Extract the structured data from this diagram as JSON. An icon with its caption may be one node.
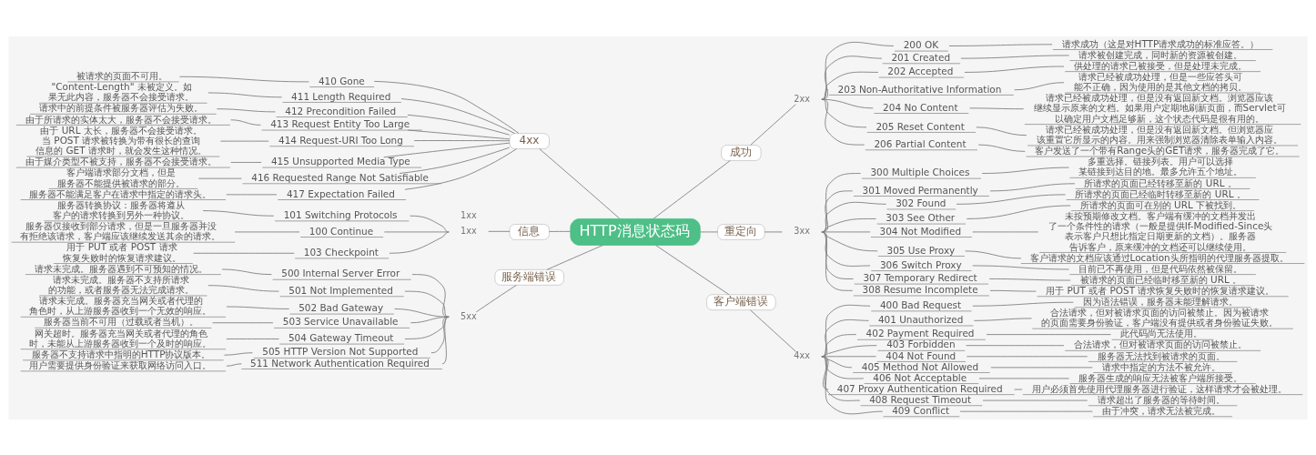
{
  "diagram": {
    "nodes": [
      {
        "text": [
          "HTTP消息状态码"
        ]
      },
      {
        "text": [
          "成功"
        ]
      },
      {
        "text": [
          "2xx"
        ]
      },
      {
        "text": [
          "200 OK"
        ]
      },
      {
        "text": [
          "请求成功（这是对HTTP请求成功的标准应答。）"
        ]
      },
      {
        "text": [
          "201 Created"
        ]
      },
      {
        "text": [
          "请求被创建完成，同时新的资源被创建。"
        ]
      },
      {
        "text": [
          "202 Accepted"
        ]
      },
      {
        "text": [
          "供处理的请求已被接受，但是处理未完成。"
        ]
      },
      {
        "text": [
          "203 Non-Authoritative Information"
        ]
      },
      {
        "text": [
          "请求已经被成功处理，但是一些应答头可能不正确，因为使用的是其他文档的拷贝。"
        ]
      },
      {
        "text": [
          "204 No Content"
        ]
      },
      {
        "text": [
          "请求已经被成功处理，但是没有返回新文档。浏览器应该继续显示原来的文档。如果用户定期地刷新页面，而Servlet可以确定用户文档足够新，这个状态代码是很有用的。"
        ]
      },
      {
        "text": [
          "205 Reset Content"
        ]
      },
      {
        "text": [
          "请求已经被成功处理，但是没有返回新文档。但浏览器应该重置它所显示的内容。用来强制浏览器清除表单输入内容。"
        ]
      },
      {
        "text": [
          "206 Partial Content"
        ]
      },
      {
        "text": [
          "客户发送了一个带有Range头的GET请求，服务器完成了它。"
        ]
      },
      {
        "text": [
          "重定向"
        ]
      },
      {
        "text": [
          "3xx"
        ]
      },
      {
        "text": [
          "300 Multiple Choices"
        ]
      },
      {
        "text": [
          "多重选择。链接列表。用户可以选择某链接到达目的地。最多允许五个地址。"
        ]
      },
      {
        "text": [
          "301 Moved Permanently"
        ]
      },
      {
        "text": [
          "所请求的页面已经转移至新的 URL 。"
        ]
      },
      {
        "text": [
          "302 Found"
        ]
      },
      {
        "text": [
          "所请求的页面已经临时转移至新的 URL 。"
        ]
      },
      {
        "text": [
          "303 See Other"
        ]
      },
      {
        "text": [
          "所请求的页面可在别的 URL 下被找到。"
        ]
      },
      {
        "text": [
          "304 Not Modified"
        ]
      },
      {
        "text": [
          "未按预期修改文档。客户端有缓冲的文档并发出了一个条件性的请求（一般是提供If-Modified-Since头表示客户只想比指定日期更新的文档）。服务器告诉客户，原来缓冲的文档还可以继续使用。"
        ]
      },
      {
        "text": [
          "305 Use Proxy"
        ]
      },
      {
        "text": [
          "客户请求的文档应该通过Location头所指明的代理服务器提取。"
        ]
      },
      {
        "text": [
          "306 Switch Proxy"
        ]
      },
      {
        "text": [
          "目前已不再使用，但是代码依然被保留。"
        ]
      },
      {
        "text": [
          "307 Temporary Redirect"
        ]
      },
      {
        "text": [
          "被请求的页面已经临时移至新的 URL 。"
        ]
      },
      {
        "text": [
          "308 Resume Incomplete"
        ]
      },
      {
        "text": [
          "用于 PUT 或者 POST 请求恢复失败时的恢复请求建议。"
        ]
      },
      {
        "text": [
          "客户端错误"
        ]
      },
      {
        "text": [
          "4xx"
        ]
      },
      {
        "text": [
          "400 Bad Request"
        ]
      },
      {
        "text": [
          "因为语法错误，服务器未能理解请求。"
        ]
      },
      {
        "text": [
          "401 Unauthorized"
        ]
      },
      {
        "text": [
          "合法请求，但对被请求页面的访问被禁止。因为被请求的页面需要身份验证，客户端没有提供或者身份验证失败。"
        ]
      },
      {
        "text": [
          "402 Payment Required"
        ]
      },
      {
        "text": [
          "此代码尚无法使用。"
        ]
      },
      {
        "text": [
          "403 Forbidden"
        ]
      },
      {
        "text": [
          "合法请求，但对被请求页面的访问被禁止。"
        ]
      },
      {
        "text": [
          "404 Not Found"
        ]
      },
      {
        "text": [
          "服务器无法找到被请求的页面。"
        ]
      },
      {
        "text": [
          "405 Method Not Allowed"
        ]
      },
      {
        "text": [
          "请求中指定的方法不被允许。"
        ]
      },
      {
        "text": [
          "406 Not Acceptable"
        ]
      },
      {
        "text": [
          "服务器生成的响应无法被客户端所接受。"
        ]
      },
      {
        "text": [
          "407 Proxy Authentication Required"
        ]
      },
      {
        "text": [
          "用户必须首先使用代理服务器进行验证，这样请求才会被处理。"
        ]
      },
      {
        "text": [
          "408 Request Timeout"
        ]
      },
      {
        "text": [
          "请求超出了服务器的等待时间。"
        ]
      },
      {
        "text": [
          "409 Conflict"
        ]
      },
      {
        "text": [
          "由于冲突，请求无法被完成。"
        ]
      },
      {
        "text": [
          "4xx"
        ]
      },
      {
        "text": [
          "410 Gone"
        ]
      },
      {
        "text": [
          "被请求的页面不可用。"
        ]
      },
      {
        "text": [
          "411 Length Required"
        ]
      },
      {
        "text": [
          "\"Content-Length\" 未被定义。如果无此内容，服务器不会接受请求。"
        ]
      },
      {
        "text": [
          "412 Precondition Failed"
        ]
      },
      {
        "text": [
          "请求中的前提条件被服务器评估为失败。"
        ]
      },
      {
        "text": [
          "413 Request Entity Too Large"
        ]
      },
      {
        "text": [
          "由于所请求的实体太大，服务器不会接受请求。"
        ]
      },
      {
        "text": [
          "414 Request-URI Too Long"
        ]
      },
      {
        "text": [
          "由于 URL 太长，服务器不会接受请求。当 POST 请求被转换为带有很长的查询信息的 GET 请求时，就会发生这种情况。"
        ]
      },
      {
        "text": [
          "415 Unsupported Media Type"
        ]
      },
      {
        "text": [
          "由于媒介类型不被支持，服务器不会接受请求。"
        ]
      },
      {
        "text": [
          "416 Requested Range Not Satisfiable"
        ]
      },
      {
        "text": [
          "客户端请求部分文档，但是服务器不能提供被请求的部分。"
        ]
      },
      {
        "text": [
          "417 Expectation Failed"
        ]
      },
      {
        "text": [
          "服务器不能满足客户在请求中指定的请求头。"
        ]
      },
      {
        "text": [
          "信息"
        ]
      },
      {
        "text": [
          "1xx"
        ]
      },
      {
        "text": [
          "101 Switching Protocols"
        ]
      },
      {
        "text": [
          "服务器转换协议：服务器将遵从客户的请求转换到另外一种协议。"
        ]
      },
      {
        "text": [
          "100 Continue"
        ]
      },
      {
        "text": [
          "服务器仅接收到部分请求，但是一旦服务器并没有拒绝该请求，客户端应该继续发送其余的请求。"
        ]
      },
      {
        "text": [
          "103 Checkpoint"
        ]
      },
      {
        "text": [
          "用于 PUT 或者 POST 请求恢复失败时的恢复请求建议。"
        ]
      },
      {
        "text": [
          "服务端错误"
        ]
      },
      {
        "text": [
          "5xx"
        ]
      },
      {
        "text": [
          "500 Internal Server Error"
        ]
      },
      {
        "text": [
          "请求未完成。服务器遇到不可预知的情况。"
        ]
      },
      {
        "text": [
          "501 Not Implemented"
        ]
      },
      {
        "text": [
          "请求未完成。服务器不支持所请求的功能，或者服务器无法完成请求。"
        ]
      },
      {
        "text": [
          "502 Bad Gateway"
        ]
      },
      {
        "text": [
          "请求未完成。服务器充当网关或者代理的角色时，从上游服务器收到一个无效的响应。"
        ]
      },
      {
        "text": [
          "503 Service Unavailable"
        ]
      },
      {
        "text": [
          "服务器当前不可用（过载或者当机）。"
        ]
      },
      {
        "text": [
          "504 Gateway Timeout"
        ]
      },
      {
        "text": [
          "网关超时。服务器充当网关或者代理的角色时，未能从上游服务器收到一个及时的响应。"
        ]
      },
      {
        "text": [
          "505 HTTP Version Not Supported"
        ]
      },
      {
        "text": [
          "服务器不支持请求中指明的HTTP协议版本。"
        ]
      },
      {
        "text": [
          "511 Network Authentication Required"
        ]
      },
      {
        "text": [
          "用户需要提供身份验证来获取网络访问入口。"
        ]
      }
    ],
    "edges": [
      {
        "from": 0,
        "to": 1,
        "arrow": "none"
      },
      {
        "from": 1,
        "to": 2,
        "arrow": "none"
      },
      {
        "from": 2,
        "to": 3,
        "arrow": "none"
      },
      {
        "from": 3,
        "to": 4,
        "arrow": "none"
      },
      {
        "from": 2,
        "to": 5,
        "arrow": "none"
      },
      {
        "from": 5,
        "to": 6,
        "arrow": "none"
      },
      {
        "from": 2,
        "to": 7,
        "arrow": "none"
      },
      {
        "from": 7,
        "to": 8,
        "arrow": "none"
      },
      {
        "from": 2,
        "to": 9,
        "arrow": "none"
      },
      {
        "from": 9,
        "to": 10,
        "arrow": "none"
      },
      {
        "from": 2,
        "to": 11,
        "arrow": "none"
      },
      {
        "from": 11,
        "to": 12,
        "arrow": "none"
      },
      {
        "from": 2,
        "to": 13,
        "arrow": "none"
      },
      {
        "from": 13,
        "to": 14,
        "arrow": "none"
      },
      {
        "from": 2,
        "to": 15,
        "arrow": "none"
      },
      {
        "from": 15,
        "to": 16,
        "arrow": "none"
      },
      {
        "from": 0,
        "to": 17,
        "arrow": "none"
      },
      {
        "from": 17,
        "to": 18,
        "arrow": "none"
      },
      {
        "from": 18,
        "to": 19,
        "arrow": "none"
      },
      {
        "from": 19,
        "to": 20,
        "arrow": "none"
      },
      {
        "from": 18,
        "to": 21,
        "arrow": "none"
      },
      {
        "from": 21,
        "to": 22,
        "arrow": "none"
      },
      {
        "from": 18,
        "to": 23,
        "arrow": "none"
      },
      {
        "from": 23,
        "to": 24,
        "arrow": "none"
      },
      {
        "from": 18,
        "to": 25,
        "arrow": "none"
      },
      {
        "from": 25,
        "to": 26,
        "arrow": "none"
      },
      {
        "from": 18,
        "to": 27,
        "arrow": "none"
      },
      {
        "from": 27,
        "to": 28,
        "arrow": "none"
      },
      {
        "from": 18,
        "to": 29,
        "arrow": "none"
      },
      {
        "from": 29,
        "to": 30,
        "arrow": "none"
      },
      {
        "from": 18,
        "to": 31,
        "arrow": "none"
      },
      {
        "from": 31,
        "to": 32,
        "arrow": "none"
      },
      {
        "from": 18,
        "to": 33,
        "arrow": "none"
      },
      {
        "from": 33,
        "to": 34,
        "arrow": "none"
      },
      {
        "from": 18,
        "to": 35,
        "arrow": "none"
      },
      {
        "from": 35,
        "to": 36,
        "arrow": "none"
      },
      {
        "from": 0,
        "to": 37,
        "arrow": "none"
      },
      {
        "from": 37,
        "to": 38,
        "arrow": "none"
      },
      {
        "from": 38,
        "to": 39,
        "arrow": "none"
      },
      {
        "from": 39,
        "to": 40,
        "arrow": "none"
      },
      {
        "from": 38,
        "to": 41,
        "arrow": "none"
      },
      {
        "from": 41,
        "to": 42,
        "arrow": "none"
      },
      {
        "from": 38,
        "to": 43,
        "arrow": "none"
      },
      {
        "from": 43,
        "to": 44,
        "arrow": "none"
      },
      {
        "from": 38,
        "to": 45,
        "arrow": "none"
      },
      {
        "from": 45,
        "to": 46,
        "arrow": "none"
      },
      {
        "from": 38,
        "to": 47,
        "arrow": "none"
      },
      {
        "from": 47,
        "to": 48,
        "arrow": "none"
      },
      {
        "from": 38,
        "to": 49,
        "arrow": "none"
      },
      {
        "from": 49,
        "to": 50,
        "arrow": "none"
      },
      {
        "from": 38,
        "to": 51,
        "arrow": "none"
      },
      {
        "from": 51,
        "to": 52,
        "arrow": "none"
      },
      {
        "from": 38,
        "to": 53,
        "arrow": "none"
      },
      {
        "from": 53,
        "to": 54,
        "arrow": "none"
      },
      {
        "from": 38,
        "to": 55,
        "arrow": "none"
      },
      {
        "from": 55,
        "to": 56,
        "arrow": "none"
      },
      {
        "from": 38,
        "to": 57,
        "arrow": "none"
      },
      {
        "from": 57,
        "to": 58,
        "arrow": "none"
      },
      {
        "from": 0,
        "to": 59,
        "arrow": "none"
      },
      {
        "from": 59,
        "to": 60,
        "arrow": "none"
      },
      {
        "from": 60,
        "to": 61,
        "arrow": "none"
      },
      {
        "from": 59,
        "to": 62,
        "arrow": "none"
      },
      {
        "from": 62,
        "to": 63,
        "arrow": "none"
      },
      {
        "from": 59,
        "to": 64,
        "arrow": "none"
      },
      {
        "from": 64,
        "to": 65,
        "arrow": "none"
      },
      {
        "from": 59,
        "to": 66,
        "arrow": "none"
      },
      {
        "from": 66,
        "to": 67,
        "arrow": "none"
      },
      {
        "from": 59,
        "to": 68,
        "arrow": "none"
      },
      {
        "from": 68,
        "to": 69,
        "arrow": "none"
      },
      {
        "from": 59,
        "to": 70,
        "arrow": "none"
      },
      {
        "from": 70,
        "to": 71,
        "arrow": "none"
      },
      {
        "from": 59,
        "to": 72,
        "arrow": "none"
      },
      {
        "from": 72,
        "to": 73,
        "arrow": "none"
      },
      {
        "from": 59,
        "to": 74,
        "arrow": "none"
      },
      {
        "from": 74,
        "to": 75,
        "arrow": "none"
      },
      {
        "from": 0,
        "to": 76,
        "arrow": "none"
      },
      {
        "from": 76,
        "to": 77,
        "arrow": "none"
      },
      {
        "from": 77,
        "to": 78,
        "arrow": "none"
      },
      {
        "from": 78,
        "to": 79,
        "arrow": "none"
      },
      {
        "from": 77,
        "to": 80,
        "arrow": "none"
      },
      {
        "from": 80,
        "to": 81,
        "arrow": "none"
      },
      {
        "from": 77,
        "to": 82,
        "arrow": "none"
      },
      {
        "from": 82,
        "to": 83,
        "arrow": "none"
      },
      {
        "from": 0,
        "to": 84,
        "arrow": "none"
      },
      {
        "from": 84,
        "to": 85,
        "arrow": "none"
      },
      {
        "from": 85,
        "to": 86,
        "arrow": "none"
      },
      {
        "from": 86,
        "to": 87,
        "arrow": "none"
      },
      {
        "from": 85,
        "to": 88,
        "arrow": "none"
      },
      {
        "from": 88,
        "to": 89,
        "arrow": "none"
      },
      {
        "from": 85,
        "to": 90,
        "arrow": "none"
      },
      {
        "from": 90,
        "to": 91,
        "arrow": "none"
      },
      {
        "from": 85,
        "to": 92,
        "arrow": "none"
      },
      {
        "from": 92,
        "to": 93,
        "arrow": "none"
      },
      {
        "from": 85,
        "to": 94,
        "arrow": "none"
      },
      {
        "from": 94,
        "to": 95,
        "arrow": "none"
      },
      {
        "from": 85,
        "to": 96,
        "arrow": "none"
      },
      {
        "from": 96,
        "to": 97,
        "arrow": "none"
      },
      {
        "from": 85,
        "to": 98,
        "arrow": "none"
      },
      {
        "from": 98,
        "to": 99,
        "arrow": "none"
      }
    ],
    "labels": [
      "1xx"
    ]
  }
}
